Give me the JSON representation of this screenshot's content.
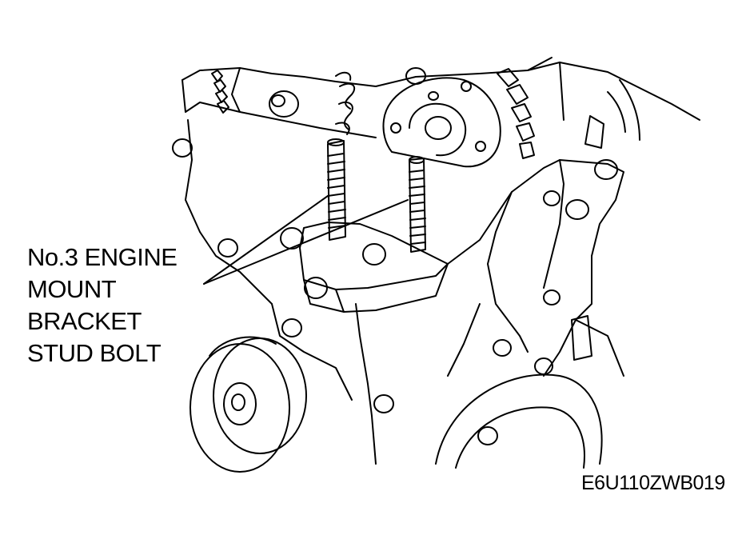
{
  "callout": {
    "lines": [
      "No.3 ENGINE",
      "MOUNT",
      "BRACKET",
      "STUD BOLT"
    ]
  },
  "figure_code": "E6U110ZWB019",
  "colors": {
    "ink": "#000000",
    "paper": "#ffffff"
  }
}
